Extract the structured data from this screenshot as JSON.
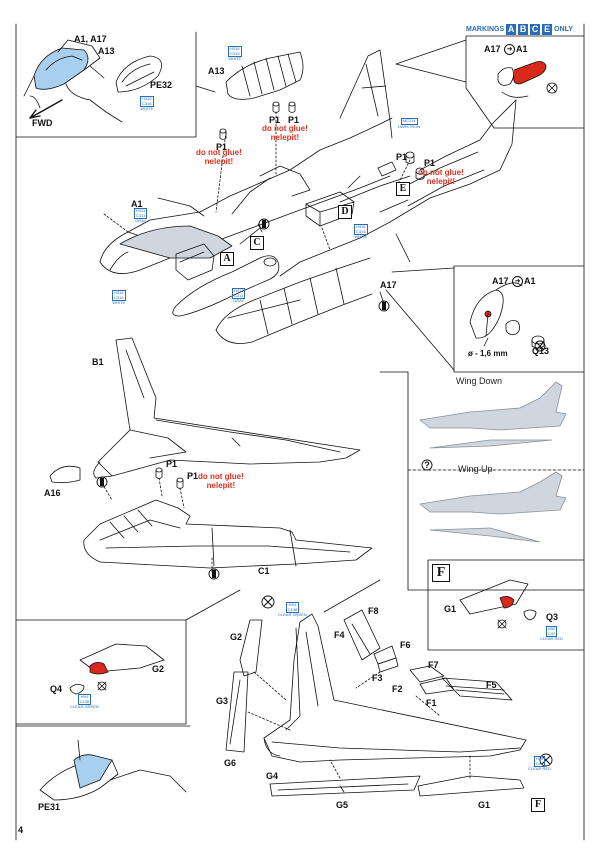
{
  "header": {
    "markings_prefix": "MARKINGS",
    "marking_letters": [
      "A",
      "B",
      "C",
      "E"
    ],
    "markings_suffix": "ONLY"
  },
  "page_number": "4",
  "labels": {
    "a1_a17_top": "A1, A17",
    "a13_top": "A13",
    "pe32": "PE32",
    "fwd": "FWD",
    "a13_main": "A13",
    "p1_a": "P1",
    "p1_b": "P1",
    "p1_c": "P1",
    "p1_d": "P1",
    "p1_e": "P1",
    "p1_f": "P1",
    "p1_g": "P1",
    "a1_main": "A1",
    "a17_main": "A17",
    "a17_a1_inset": "A17",
    "a1_inset": "A1",
    "a17_a1_inset2": "A17",
    "a1_inset2": "A1",
    "q13": "Q13",
    "diameter": "ø - 1,6 mm",
    "b1": "B1",
    "a16": "A16",
    "c1": "C1",
    "g1_inset": "G1",
    "q3": "Q3",
    "q4": "Q4",
    "g2_small": "G2",
    "g2": "G2",
    "g3": "G3",
    "g6": "G6",
    "g4": "G4",
    "g5": "G5",
    "g1_bottom": "G1",
    "f1": "F1",
    "f2": "F2",
    "f3": "F3",
    "f4": "F4",
    "f5": "F5",
    "f6": "F6",
    "f7": "F7",
    "f8": "F8",
    "pe31": "PE31"
  },
  "warnings": {
    "w1": "do not glue!\nnelepit!",
    "w2": "do not glue!\nnelepit!",
    "w3": "do not glue!\nnelepit!",
    "w4": "do not glue!\nnelepit!"
  },
  "callout_letters": {
    "c_box": "C",
    "a_box": "A",
    "d_box": "D",
    "e_box": "E",
    "f_box_inset": "F",
    "f_box_bottom": "F"
  },
  "paint_codes": {
    "p1": {
      "code": "H316\nC316",
      "name": "WHITE"
    },
    "p2": {
      "code": "H316\nC316",
      "name": "WHITE"
    },
    "p3": {
      "code": "H311\nC311",
      "name": "GRAY"
    },
    "p4": {
      "code": "H311\nC311",
      "name": "GRAY"
    },
    "p5": {
      "code": "H316\nC316",
      "name": "WHITE"
    },
    "p6": {
      "code": "MC214",
      "name": "DARK IRON"
    },
    "p7": {
      "code": "H316\nC316",
      "name": "WHITE"
    },
    "p8": {
      "code": "H94\nC138",
      "name": "CLEAR GREEN"
    },
    "p9": {
      "code": "H90\nC47",
      "name": "CLEAR RED"
    },
    "p10": {
      "code": "H94\nC138",
      "name": "CLEAR GREEN"
    },
    "p11": {
      "code": "H90\nC47",
      "name": "CLEAR RED"
    }
  },
  "wing_panel": {
    "wing_down": "Wing Down",
    "wing_up": "Wing Up",
    "optional_mark": "?"
  },
  "colors": {
    "ink": "#111111",
    "warning_red": "#e0301e",
    "paint_blue": "#2a6db5",
    "glass_blue": "#a9cfee",
    "red_light": "#d9281c",
    "silhouette_gray": "#cfd6de"
  }
}
